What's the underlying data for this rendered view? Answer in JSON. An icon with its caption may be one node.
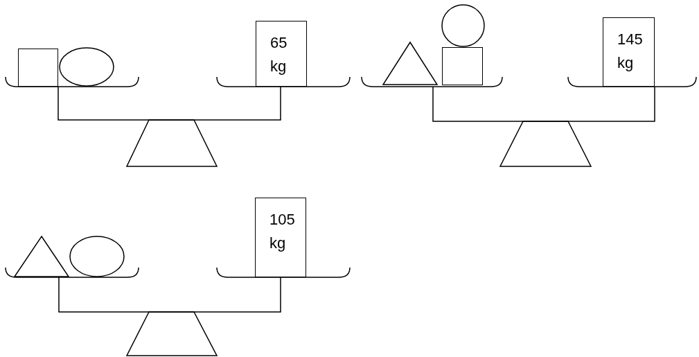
{
  "diagram": {
    "nodes": [
      {
        "text": [],
        "shape": "box"
      },
      {
        "text": [],
        "shape": "circle"
      },
      {
        "text": [
          "65 kg"
        ]
      },
      {
        "text": [],
        "shape": "triangle"
      },
      {
        "text": [],
        "shape": "circle"
      },
      {
        "text": [],
        "shape": "box"
      },
      {
        "text": [
          "145 kg"
        ]
      },
      {
        "text": [],
        "shape": "triangle"
      },
      {
        "text": [],
        "shape": "circle"
      },
      {
        "text": [
          "105 kg"
        ]
      }
    ]
  }
}
